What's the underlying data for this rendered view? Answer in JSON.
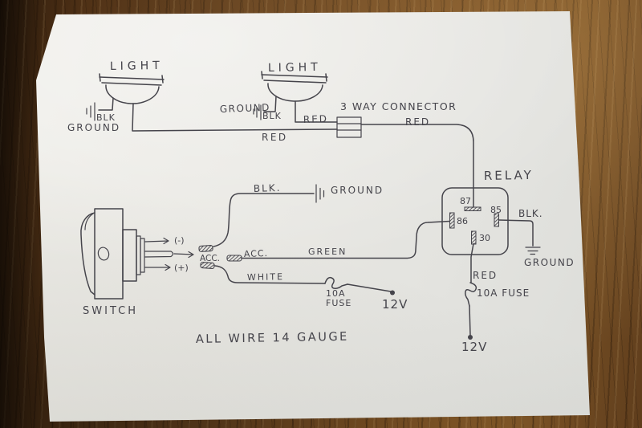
{
  "colors": {
    "ink": "#45444b",
    "paper": "#e8e7e2",
    "wood": "#6b4423"
  },
  "lights": {
    "left": {
      "label": "LIGHT",
      "wire_label": "BLK",
      "ground_label": "GROUND"
    },
    "right": {
      "label": "LIGHT",
      "wire_label": "BLK",
      "ground_label": "GROUND"
    }
  },
  "connector": {
    "label": "3 WAY CONNECTOR"
  },
  "feed_wires": {
    "right_light_to_connector": "RED",
    "left_light_to_connector": "RED",
    "connector_to_relay": "RED"
  },
  "relay": {
    "label": "RELAY",
    "pin_top": "87",
    "pin_left": "86",
    "pin_right": "85",
    "pin_bottom": "30",
    "ground_wire_label": "BLK.",
    "ground_label": "GROUND",
    "power_wire_label": "RED",
    "fuse_label": "10A FUSE",
    "power_terminal_label": "12V"
  },
  "switch": {
    "label": "SWITCH",
    "terminal_negative": "(-)",
    "terminal_accessory": "ACC.",
    "terminal_positive": "(+)"
  },
  "branch_black": {
    "wire_label": "BLK.",
    "ground_label": "GROUND"
  },
  "branch_green": {
    "acc_label": "ACC.",
    "wire_label": "GREEN"
  },
  "branch_white": {
    "wire_label": "WHITE",
    "fuse_label_line1": "10A",
    "fuse_label_line2": "FUSE",
    "power_terminal_label": "12V"
  },
  "note": {
    "text": "ALL WIRE 14 GAUGE"
  }
}
